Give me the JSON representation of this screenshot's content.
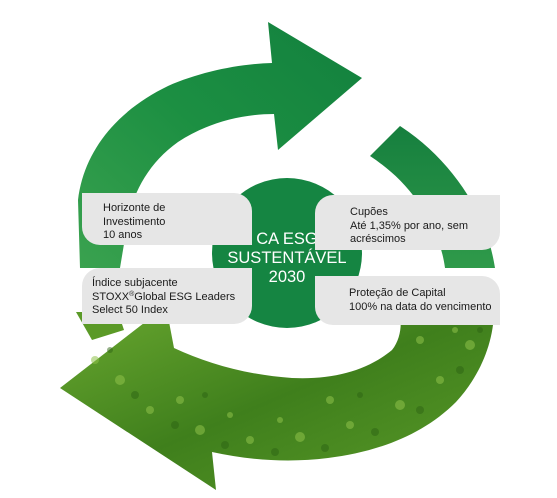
{
  "hub": {
    "lines": [
      "CA ESG",
      "SUSTENTÁVEL",
      "2030"
    ]
  },
  "cards": {
    "horizon": {
      "line1": "Horizonte de",
      "line2": "Investimento",
      "line3": "10 anos"
    },
    "coupons": {
      "line1": "Cupões",
      "line2": "Até 1,35% por ano, sem",
      "line3": "acréscimos"
    },
    "index": {
      "line1": "Índice subjacente",
      "line2_pre": "STOXX",
      "line2_sup": "®",
      "line2_post": "Global ESG Leaders",
      "line3": "Select 50 Index"
    },
    "protection": {
      "line1": "Proteção de Capital",
      "line2": "100% na data do vencimento"
    }
  },
  "colors": {
    "arrow_green": "#158542",
    "hub_green": "#158542",
    "foliage_green": "#4f8f22",
    "card_grey": "#e6e6e6"
  },
  "icons": [
    "cycle-arrow-icon",
    "leafy-cycle-arrow-icon"
  ]
}
